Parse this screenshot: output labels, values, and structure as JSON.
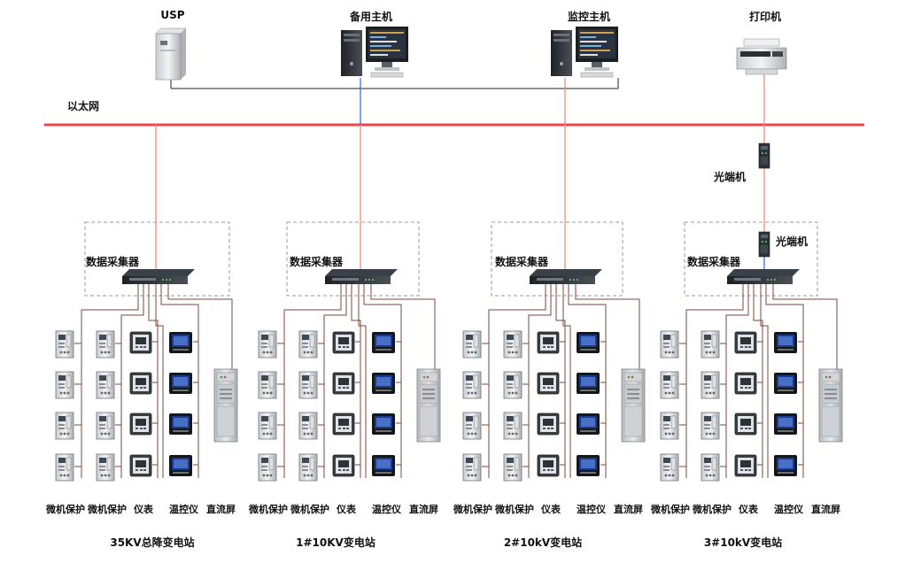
{
  "top_devices": {
    "ups": "USP",
    "backup_host": "备用主机",
    "monitor_host": "监控主机",
    "printer": "打印机"
  },
  "ethernet": "以太网",
  "optical_terminal_top": "光端机",
  "optical_terminal_station": "光端机",
  "colors": {
    "ethernet_line": "#f0444a",
    "uplink": "#f08a7a",
    "blue_link": "#3a6fd8",
    "dashed_box": "#9a9a9a",
    "drop_line": "#7a4a3a"
  },
  "stations": [
    {
      "collector": "数据采集器",
      "name": "35KV总降变电站",
      "devices": [
        "微机保护",
        "微机保护",
        "仪表",
        "温控仪",
        "直流屏"
      ]
    },
    {
      "collector": "数据采集器",
      "name": "1#10KV变电站",
      "devices": [
        "微机保护",
        "微机保护",
        "仪表",
        "温控仪",
        "直流屏"
      ]
    },
    {
      "collector": "数据采集器",
      "name": "2#10kV变电站",
      "devices": [
        "微机保护",
        "微机保护",
        "仪表",
        "温控仪",
        "直流屏"
      ]
    },
    {
      "collector": "数据采集器",
      "name": "3#10kV变电站",
      "devices": [
        "微机保护",
        "微机保护",
        "仪表",
        "温控仪",
        "直流屏"
      ]
    }
  ]
}
